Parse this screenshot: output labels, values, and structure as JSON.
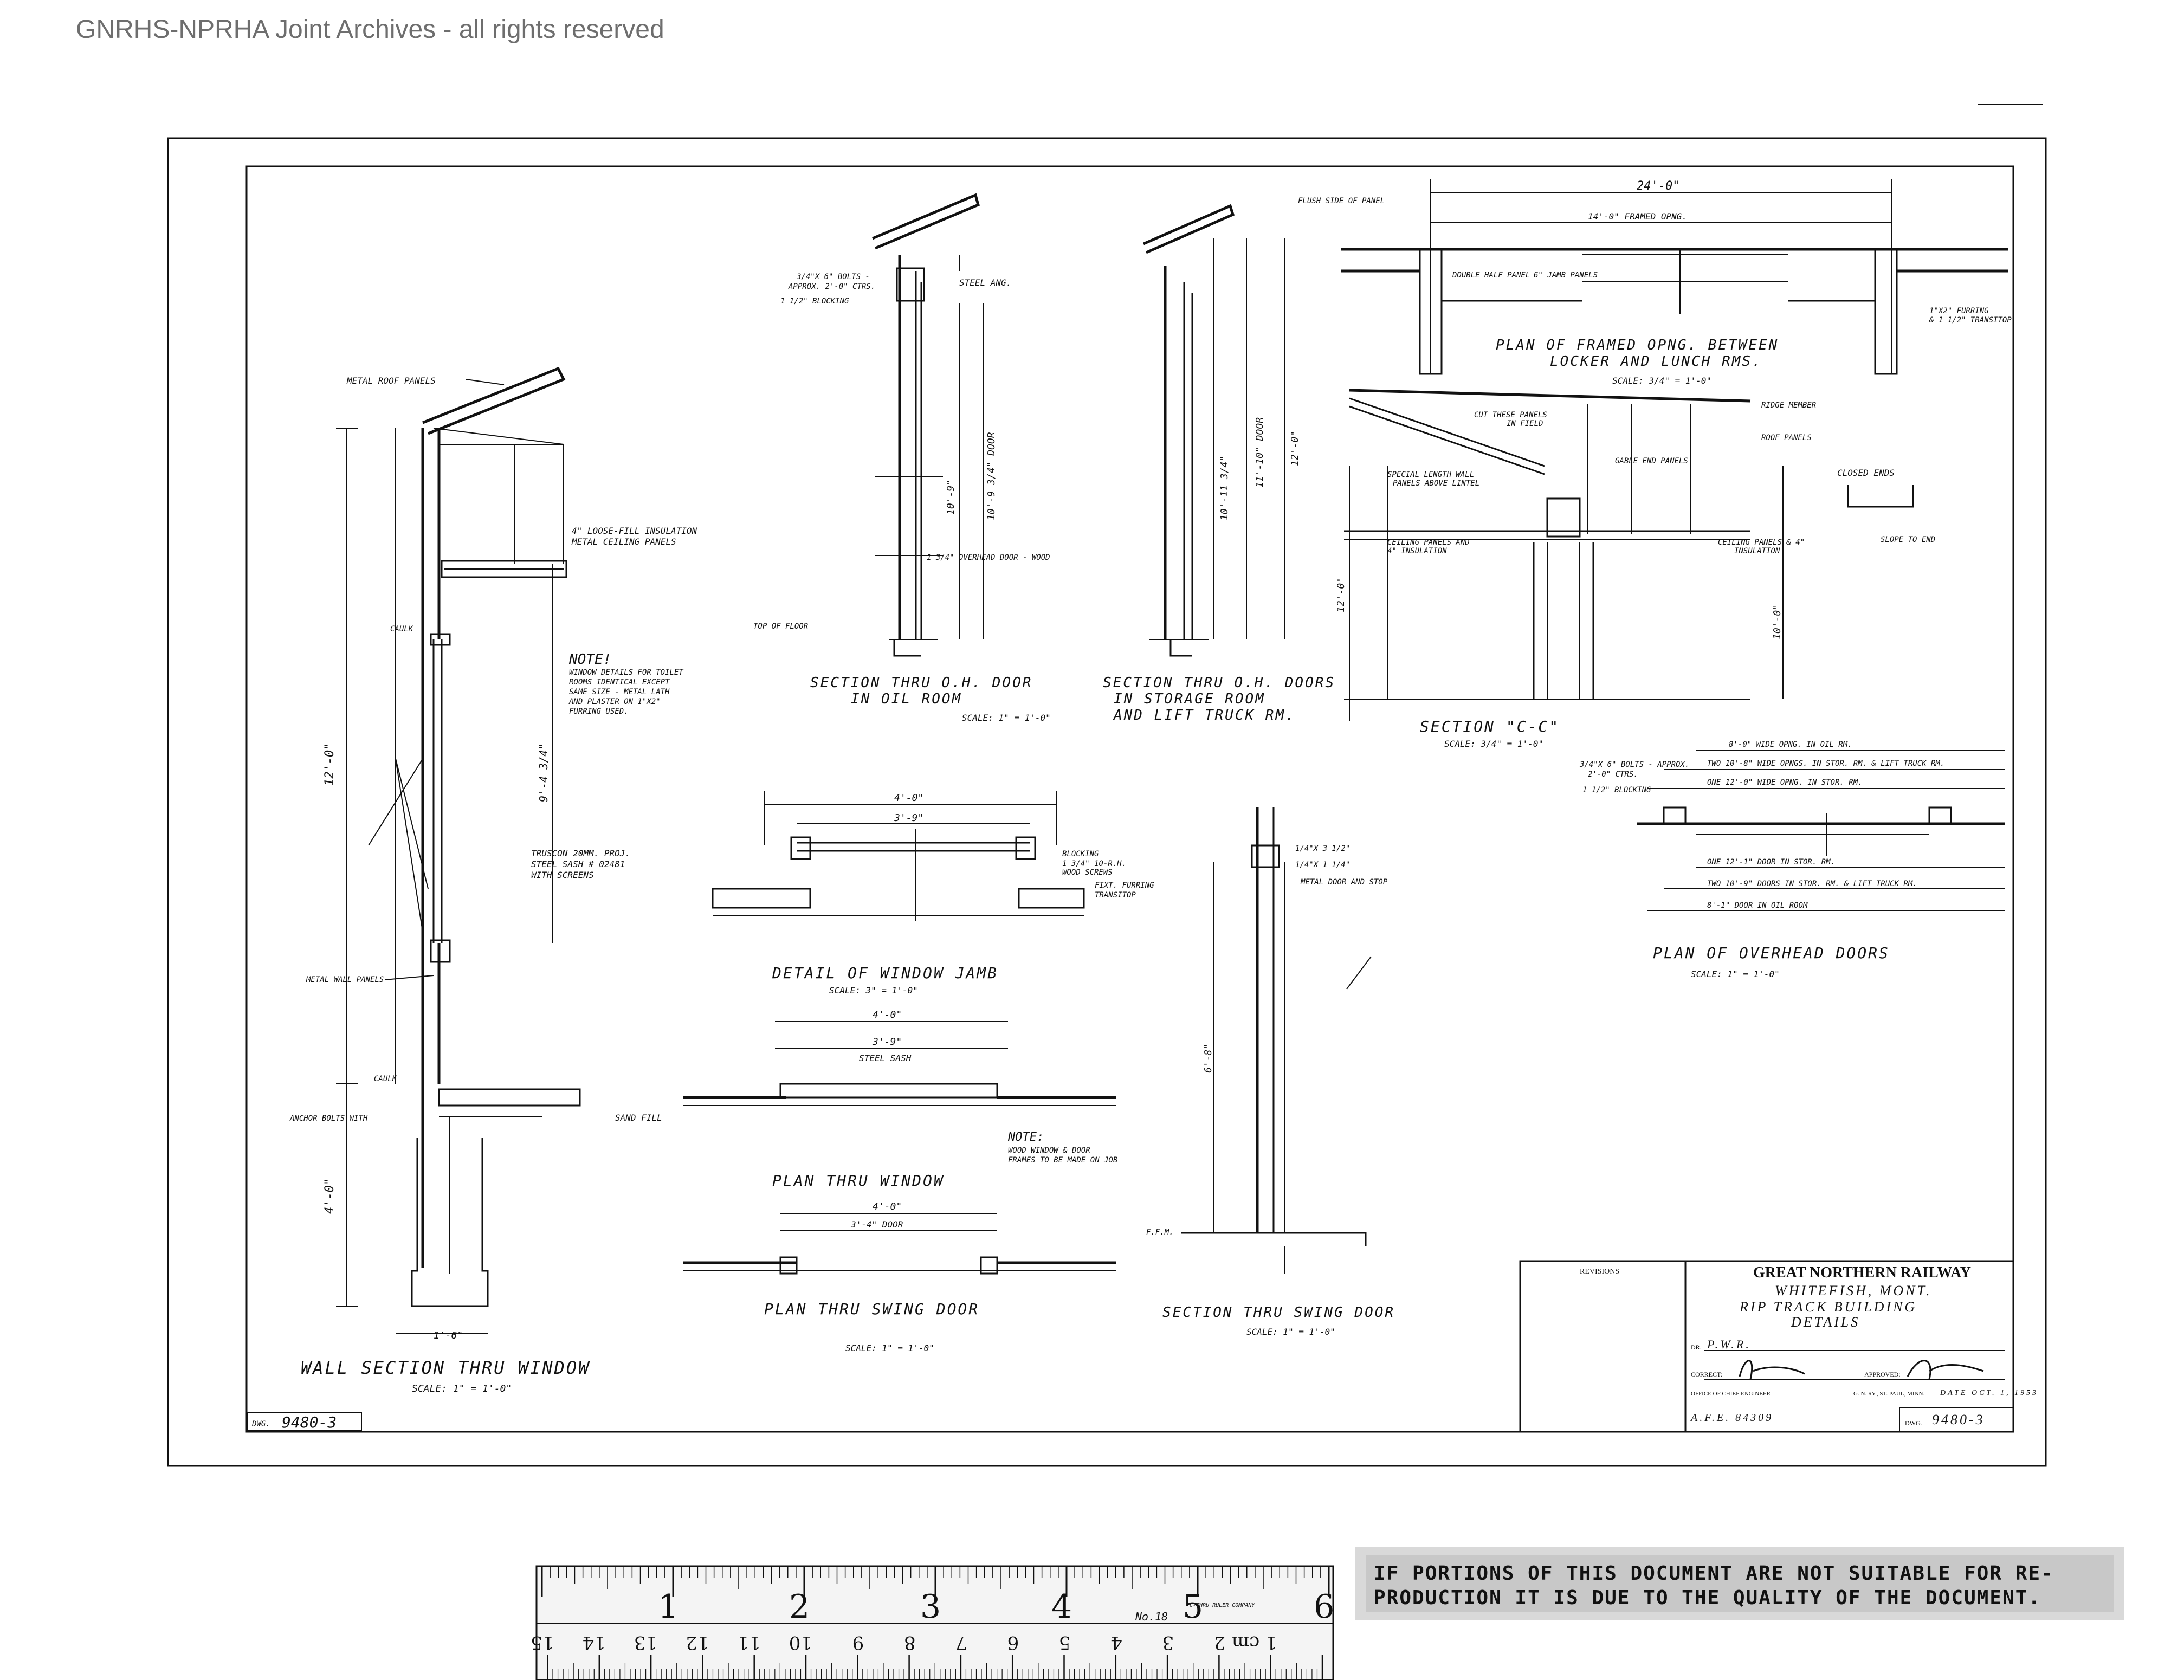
{
  "header": {
    "watermark": "GNRHS-NPRHA Joint Archives - all rights reserved"
  },
  "sheet": {
    "drawing_number": "9480-3"
  },
  "views": {
    "wall_section": {
      "title": "WALL SECTION THRU WINDOW",
      "scale": "SCALE: 1\" = 1'-0\""
    },
    "oil_room": {
      "title_1": "SECTION THRU O.H. DOOR",
      "title_2": "IN OIL ROOM",
      "scale": "SCALE: 1\" = 1'-0\""
    },
    "storage_room": {
      "title_1": "SECTION THRU O.H. DOORS",
      "title_2": "IN STORAGE ROOM",
      "title_3": "AND LIFT TRUCK RM."
    },
    "framed_opening": {
      "title_1": "PLAN OF FRAMED OPNG. BETWEEN",
      "title_2": "LOCKER AND LUNCH RMS.",
      "scale": "SCALE: 3/4\" = 1'-0\""
    },
    "section_cc": {
      "title": "SECTION \"C-C\"",
      "scale": "SCALE: 3/4\" = 1'-0\""
    },
    "window_jamb": {
      "title": "DETAIL OF WINDOW JAMB",
      "scale": "SCALE: 3\" = 1'-0\""
    },
    "plan_window": {
      "title": "PLAN THRU WINDOW"
    },
    "plan_swing_door": {
      "title": "PLAN THRU SWING DOOR",
      "scale": "SCALE: 1\" = 1'-0\""
    },
    "section_swing_door": {
      "title": "SECTION THRU SWING DOOR",
      "scale": "SCALE: 1\" = 1'-0\""
    },
    "overhead_doors": {
      "title": "PLAN OF OVERHEAD DOORS",
      "scale": "SCALE: 1\" = 1'-0\""
    }
  },
  "notes": {
    "note_title": "NOTE!",
    "note_1": "WINDOW DETAILS FOR TOILET",
    "note_2": "ROOMS IDENTICAL EXCEPT",
    "note_3": "SAME SIZE - METAL LATH",
    "note_4": "AND PLASTER ON 1\"X2\"",
    "note_5": "FURRING USED.",
    "note2_title": "NOTE:",
    "note2_1": "WOOD WINDOW & DOOR",
    "note2_2": "FRAMES TO BE MADE ON JOB"
  },
  "labels": {
    "metal_roof_panels": "METAL ROOF PANELS",
    "loose_fill": "4\" LOOSE-FILL INSULATION",
    "metal_ceiling": "METAL CEILING PANELS",
    "caulk": "CAULK",
    "truscon": "TRUSCON 20MM. PROJ.",
    "steel_sash": "STEEL SASH # 02481",
    "with_screens": "WITH SCREENS",
    "metal_wall_panels": "METAL WALL PANELS",
    "sand_fill": "SAND FILL",
    "anchor_bolts": "ANCHOR BOLTS WITH",
    "metal_blocking": "1 1/2\" BLOCKING",
    "steel_ang": "STEEL ANG.",
    "overhead_door_wood": "1 3/4\" OVERHEAD DOOR - WOOD",
    "top_of_floor": "TOP OF FLOOR",
    "ridge_member": "RIDGE MEMBER",
    "roof_panels": "ROOF PANELS",
    "gable_end_panels": "GABLE END PANELS",
    "closed_ends": "CLOSED ENDS",
    "slope_to_end": "SLOPE TO END",
    "metal_door_stop": "METAL DOOR AND STOP",
    "steel_sash_plan": "STEEL SASH",
    "door_plan": "3'-4\" DOOR",
    "dim_14_0": "14'-0\" FRAMED OPNG.",
    "dim_24": "24'-0\"",
    "door_8": "8'-0\" WIDE OPNG. IN OIL RM.",
    "door_10": "TWO 10'-8\" WIDE OPNGS. IN STOR. RM. & LIFT TRUCK RM.",
    "door_12": "ONE 12'-0\" WIDE OPNG. IN STOR. RM.",
    "door_12_1": "ONE 12'-1\" DOOR IN STOR. RM.",
    "door_10_9": "TWO 10'-9\" DOORS IN STOR. RM. & LIFT TRUCK RM.",
    "door_8_1": "8'-1\" DOOR IN OIL ROOM",
    "dim_4_0": "4'-0\"",
    "dim_3_9": "3'-9\"",
    "dim_3_4": "3'-4\" DOOR",
    "dim_12_0": "12'-0\"",
    "dim_10_0": "10'-0\"",
    "ffm": "F.F.M."
  },
  "title_block": {
    "revisions": "REVISIONS",
    "railway": "GREAT NORTHERN RAILWAY",
    "location": "WHITEFISH, MONT.",
    "project_1": "RIP TRACK BUILDING",
    "project_2": "DETAILS",
    "drawn_by_label": "DR.",
    "drawn_by": "P.W.R.",
    "correct_label": "CORRECT:",
    "approved_label": "APPROVED:",
    "office": "OFFICE OF CHIEF ENGINEER",
    "office_loc": "G. N. RY., ST. PAUL, MINN.",
    "date": "DATE OCT. 1, 1953",
    "afe": "A.F.E. 84309",
    "dwg_label": "DWG.",
    "dwg_no": "9480-3"
  },
  "ruler": {
    "inches": [
      "1",
      "2",
      "3",
      "4",
      "5",
      "6"
    ],
    "cm": [
      "1 cm",
      "2",
      "3",
      "4",
      "5",
      "6",
      "7",
      "8",
      "9",
      "10",
      "11",
      "12",
      "13",
      "14",
      "15"
    ],
    "maker": "No.18",
    "brand": "C-THRU RULER COMPANY"
  },
  "notice": {
    "line_1": "IF PORTIONS OF THIS DOCUMENT ARE NOT SUITABLE FOR RE-",
    "line_2": "PRODUCTION IT IS DUE TO THE QUALITY OF THE DOCUMENT."
  }
}
